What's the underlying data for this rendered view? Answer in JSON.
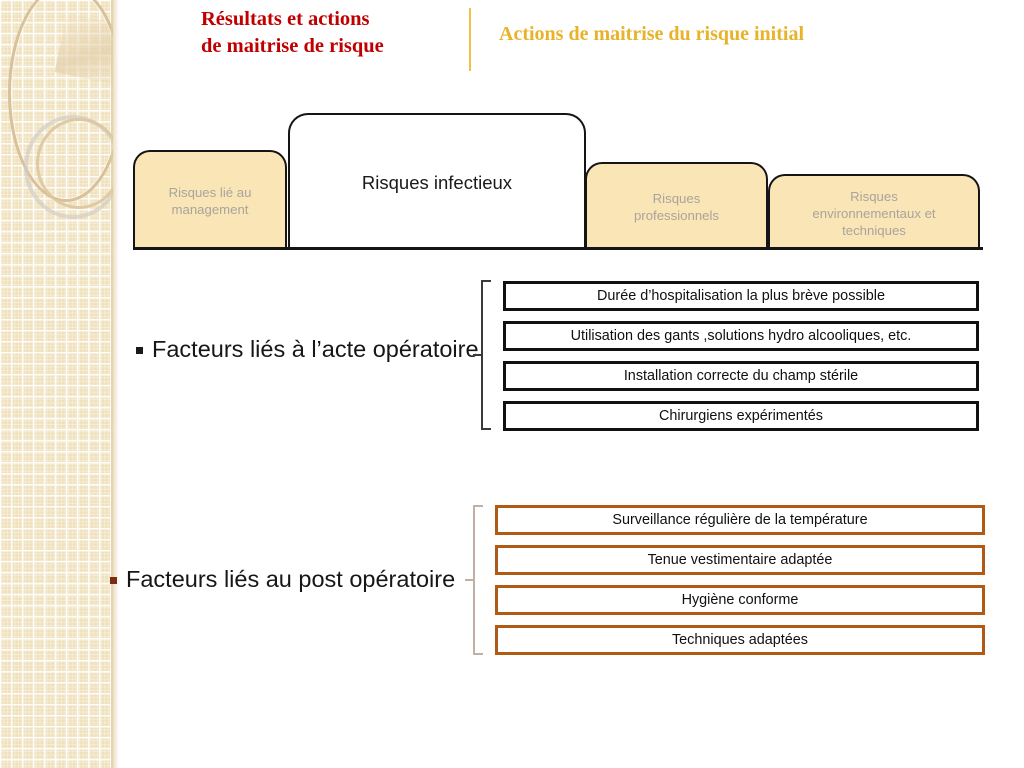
{
  "slide": {
    "title_left": "Résultats et actions de maitrise de risque",
    "title_left_line1": "Résultats et actions",
    "title_left_line2": "de maitrise de risque",
    "title_right": "Actions de maitrise du risque initial",
    "title_left_color": "#C00000",
    "title_right_color": "#E8B229",
    "divider_color": "#F0C04A"
  },
  "tabs": [
    {
      "label": "Risques lié au management",
      "label_line1": "Risques lié au",
      "label_line2": "management",
      "active": false,
      "fill": "#FAE5B7",
      "text_color": "#A9A49C"
    },
    {
      "label": "Risques infectieux",
      "active": true,
      "fill": "#FFFFFF",
      "text_color": "#1A1A1A"
    },
    {
      "label": "Risques professionnels",
      "label_line1": "Risques",
      "label_line2": "professionnels",
      "active": false,
      "fill": "#FAE5B7",
      "text_color": "#A9A49C"
    },
    {
      "label": "Risques environnementaux et techniques",
      "label_line1": "Risques",
      "label_line2": "environnementaux et",
      "label_line3": "techniques",
      "active": false,
      "fill": "#FAE5B7",
      "text_color": "#A9A49C"
    }
  ],
  "sections": [
    {
      "label": "Facteurs liés à l’acte opératoire",
      "bullet_color": "#1A1A1A",
      "box_border_color": "#111111",
      "brace_color": "#3A3A3A",
      "items": [
        "Durée d’hospitalisation la plus brève possible",
        "Utilisation des gants ,solutions hydro alcooliques, etc.",
        "Installation correcte du champ stérile",
        "Chirurgiens expérimentés"
      ]
    },
    {
      "label": "Facteurs liés au post opératoire",
      "bullet_color": "#7B2E12",
      "box_border_color": "#B15A14",
      "brace_color": "#C0B0A3",
      "items": [
        "Surveillance régulière de la température",
        "Tenue vestimentaire adaptée",
        "Hygiène conforme",
        "Techniques adaptées"
      ]
    }
  ],
  "decor": {
    "panel_color": "#F0E1BD",
    "ring_large": "deco-ring-large",
    "ring_medium": "deco-ring-medium",
    "ring_small": "deco-ring-small"
  }
}
